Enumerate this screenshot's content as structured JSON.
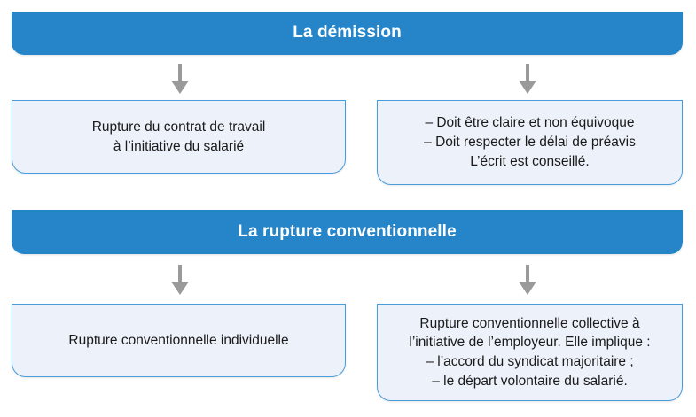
{
  "diagram": {
    "type": "flowchart",
    "colors": {
      "header_bar": "#2585C8",
      "header_text": "#FFFFFF",
      "box_fill": "#EDF2FA",
      "box_border": "#4A9DDB",
      "box_text": "#1A1A1A",
      "arrow": "#9A9A9A",
      "background": "#FFFFFF"
    },
    "sections": [
      {
        "header": "La démission",
        "boxes": [
          {
            "lines": [
              "Rupture du contrat de travail",
              "à l’initiative du salarié"
            ]
          },
          {
            "lines": [
              "– Doit être claire et non équivoque",
              "– Doit respecter le délai de préavis",
              "L’écrit est conseillé."
            ]
          }
        ]
      },
      {
        "header": "La rupture conventionnelle",
        "boxes": [
          {
            "lines": [
              "Rupture conventionnelle individuelle"
            ]
          },
          {
            "lines": [
              "Rupture conventionnelle collective à",
              "l’initiative de l’employeur. Elle implique :",
              "– l’accord du syndicat majoritaire ;",
              "– le départ volontaire du salarié."
            ]
          }
        ]
      }
    ]
  }
}
